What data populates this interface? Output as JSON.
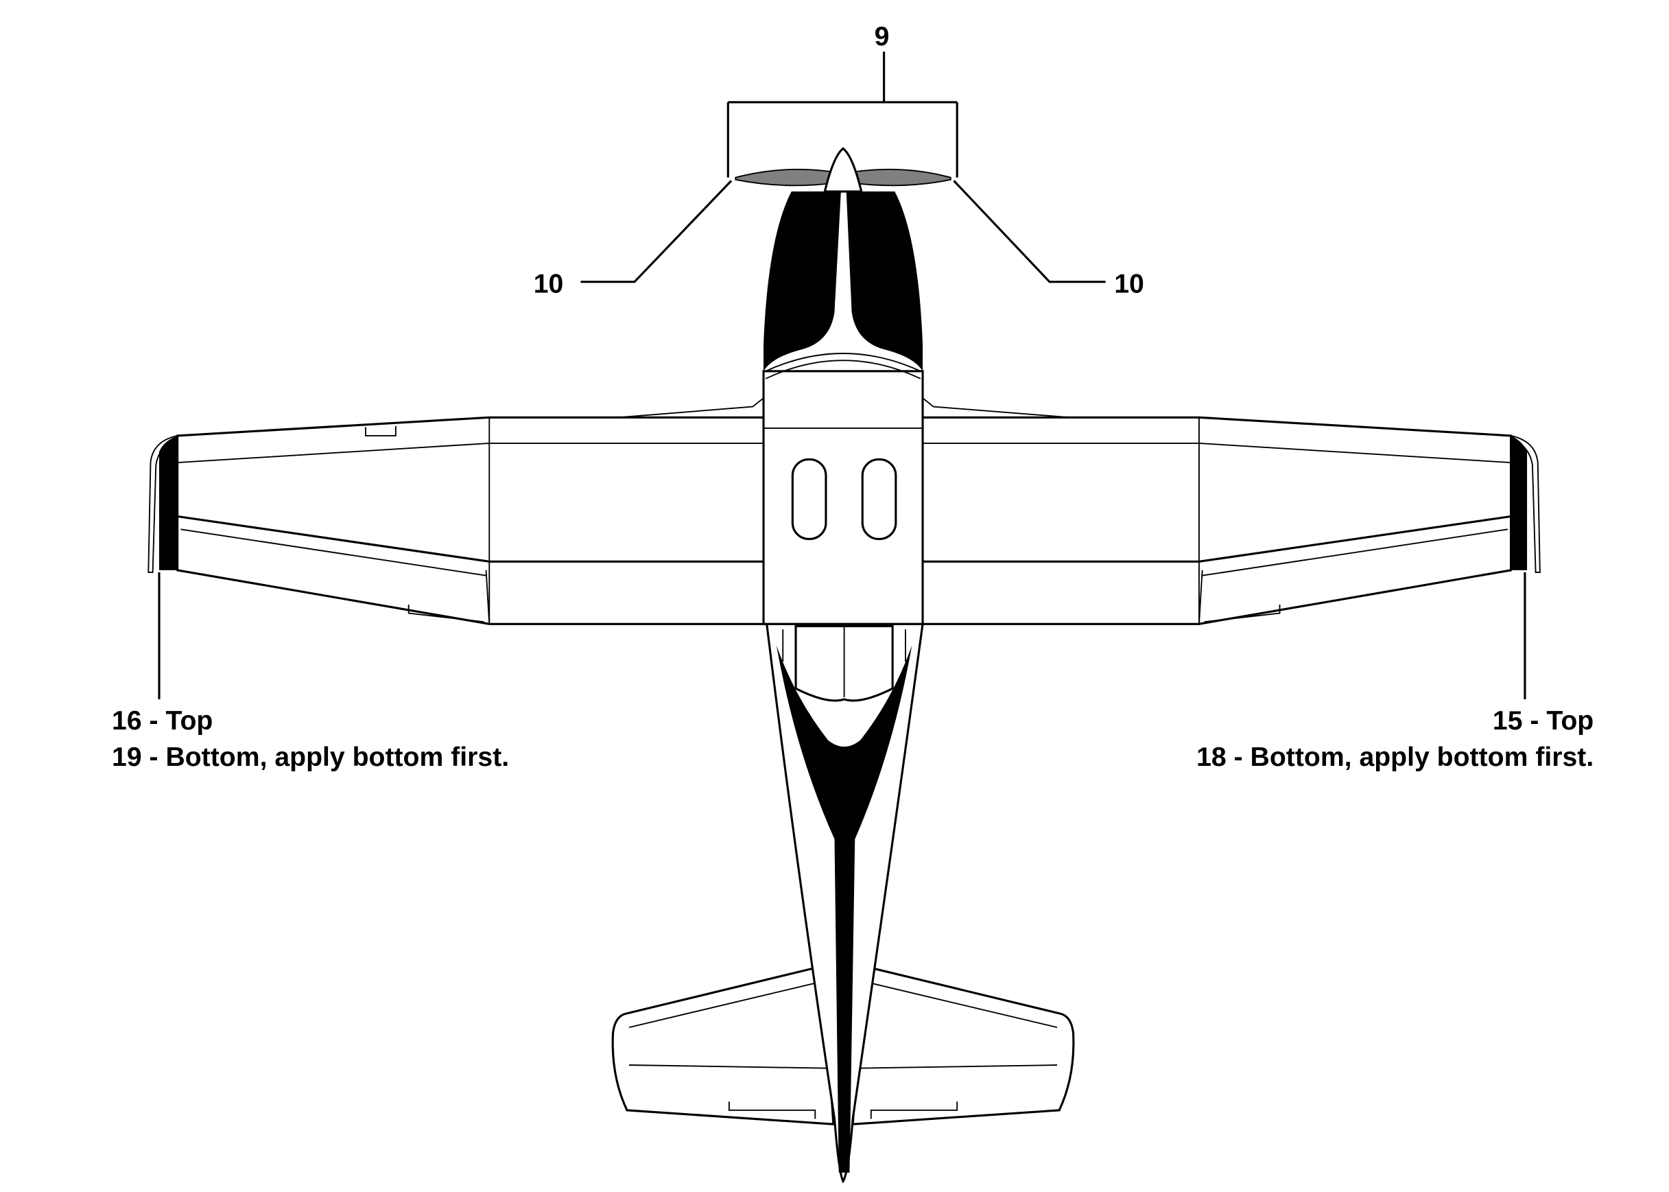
{
  "diagram": {
    "title_hidden": null,
    "callouts": {
      "prop_bracket": "9",
      "prop_tip_left": "10",
      "prop_tip_right": "10",
      "left_wingtip_top": "16 - Top",
      "left_wingtip_bottom": "19 - Bottom, apply bottom first.",
      "right_wingtip_top": "15 - Top",
      "right_wingtip_bottom": "18 - Bottom, apply bottom first."
    },
    "colors": {
      "line": "#000000",
      "stripe": "#000000",
      "prop_blade": "#808080",
      "background": "#ffffff"
    }
  }
}
